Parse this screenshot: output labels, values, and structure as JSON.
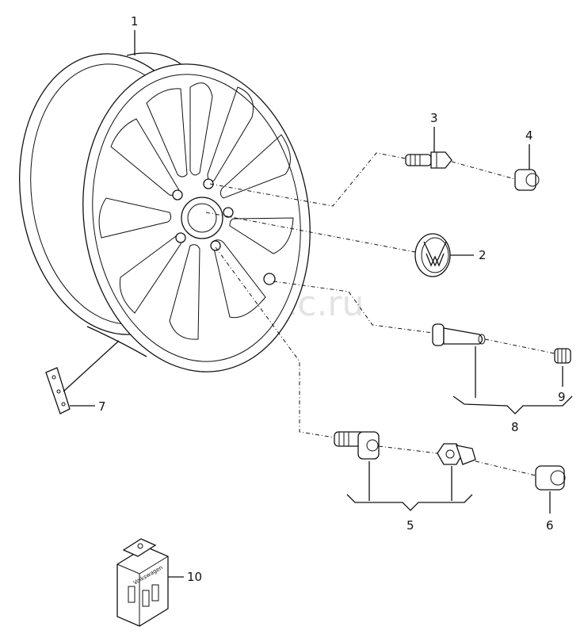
{
  "diagram": {
    "watermark": "vagtec.ru",
    "callouts": {
      "c1": "1",
      "c2": "2",
      "c3": "3",
      "c4": "4",
      "c5": "5",
      "c6": "6",
      "c7": "7",
      "c8": "8",
      "c9": "9",
      "c10": "10"
    },
    "box_brand": "Volkswagen"
  }
}
